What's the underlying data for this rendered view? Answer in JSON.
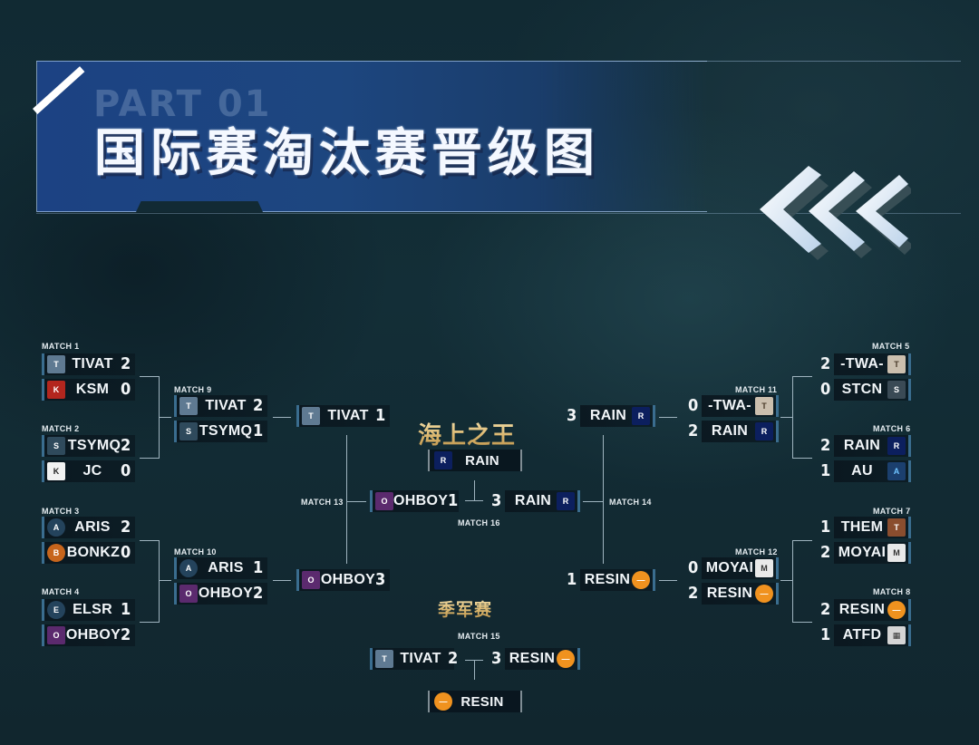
{
  "header": {
    "part_label": "PART 01",
    "title": "国际赛淘汰赛晋级图",
    "chevron_icon": "triple-chevron-left-icon"
  },
  "colors": {
    "background": "#122c35",
    "banner_blue": "#1c4283",
    "gold_text": "#d8b36a",
    "slot_border": "#3a6d8f",
    "connector_line": "#9fb4bf"
  },
  "teams": {
    "TIVAT": {
      "logo_color": "#5f7a92",
      "logo_glyph": "T"
    },
    "KSM": {
      "logo_color": "#b3261e",
      "logo_glyph": "K"
    },
    "TSYMQ": {
      "logo_color": "#2f4a5c",
      "logo_glyph": "S"
    },
    "JC": {
      "logo_color": "#f2f2f2",
      "logo_glyph": "K"
    },
    "ARIS": {
      "logo_color": "#24435c",
      "logo_glyph": "A"
    },
    "BONKZ": {
      "logo_color": "#c7651c",
      "logo_glyph": "B"
    },
    "ELSR": {
      "logo_color": "#24435c",
      "logo_glyph": "E"
    },
    "OHBOY": {
      "logo_color": "#5b2a6e",
      "logo_glyph": "O"
    },
    "-TWA-": {
      "logo_color": "#cbbfae",
      "logo_glyph": "T"
    },
    "STCN": {
      "logo_color": "#3a4a55",
      "logo_glyph": "S"
    },
    "RAIN": {
      "logo_color": "#0c1f5e",
      "logo_glyph": "R"
    },
    "AU": {
      "logo_color": "#1b3f6e",
      "logo_glyph": "A"
    },
    "THEM": {
      "logo_color": "#8a4d2e",
      "logo_glyph": "T"
    },
    "MOYAI": {
      "logo_color": "#e9e9e9",
      "logo_glyph": "M"
    },
    "RESIN": {
      "logo_color": "#f0921f",
      "logo_glyph": "—"
    },
    "ATFD": {
      "logo_color": "#d5d5d5",
      "logo_glyph": "▦"
    }
  },
  "matches": {
    "m1": {
      "label": "MATCH 1",
      "a": {
        "team": "TIVAT",
        "score": "2"
      },
      "b": {
        "team": "KSM",
        "score": "0"
      }
    },
    "m2": {
      "label": "MATCH 2",
      "a": {
        "team": "TSYMQ",
        "score": "2"
      },
      "b": {
        "team": "JC",
        "score": "0"
      }
    },
    "m3": {
      "label": "MATCH 3",
      "a": {
        "team": "ARIS",
        "score": "2"
      },
      "b": {
        "team": "BONKZ",
        "score": "0"
      }
    },
    "m4": {
      "label": "MATCH 4",
      "a": {
        "team": "ELSR",
        "score": "1"
      },
      "b": {
        "team": "OHBOY",
        "score": "2"
      }
    },
    "m5": {
      "label": "MATCH 5",
      "a": {
        "team": "-TWA-",
        "score": "2"
      },
      "b": {
        "team": "STCN",
        "score": "0"
      }
    },
    "m6": {
      "label": "MATCH 6",
      "a": {
        "team": "RAIN",
        "score": "2"
      },
      "b": {
        "team": "AU",
        "score": "1"
      }
    },
    "m7": {
      "label": "MATCH 7",
      "a": {
        "team": "THEM",
        "score": "1"
      },
      "b": {
        "team": "MOYAI",
        "score": "2"
      }
    },
    "m8": {
      "label": "MATCH 8",
      "a": {
        "team": "RESIN",
        "score": "2"
      },
      "b": {
        "team": "ATFD",
        "score": "1"
      }
    },
    "m9": {
      "label": "MATCH 9",
      "a": {
        "team": "TIVAT",
        "score": "2"
      },
      "b": {
        "team": "TSYMQ",
        "score": "1"
      }
    },
    "m10": {
      "label": "MATCH 10",
      "a": {
        "team": "ARIS",
        "score": "1"
      },
      "b": {
        "team": "OHBOY",
        "score": "2"
      }
    },
    "m11": {
      "label": "MATCH 11",
      "a": {
        "team": "-TWA-",
        "score": "0"
      },
      "b": {
        "team": "RAIN",
        "score": "2"
      }
    },
    "m12": {
      "label": "MATCH 12",
      "a": {
        "team": "MOYAI",
        "score": "0"
      },
      "b": {
        "team": "RESIN",
        "score": "2"
      }
    },
    "m13": {
      "label": "MATCH 13",
      "a": {
        "team": "TIVAT",
        "score": "1"
      },
      "b": {
        "team": "OHBOY",
        "score": "3"
      }
    },
    "m14": {
      "label": "MATCH 14",
      "a": {
        "team": "RAIN",
        "score": "3"
      },
      "b": {
        "team": "RESIN",
        "score": "1"
      }
    },
    "m15": {
      "label": "MATCH 15",
      "a": {
        "team": "TIVAT",
        "score": "2"
      },
      "b": {
        "team": "RESIN",
        "score": "3"
      }
    },
    "m16": {
      "label": "MATCH 16",
      "a": {
        "team": "OHBOY",
        "score": "1"
      },
      "b": {
        "team": "RAIN",
        "score": "3"
      }
    }
  },
  "finals": {
    "champion_title": "海上之王",
    "champion": "RAIN",
    "third_place_title": "季军赛",
    "third_place": "RESIN"
  }
}
